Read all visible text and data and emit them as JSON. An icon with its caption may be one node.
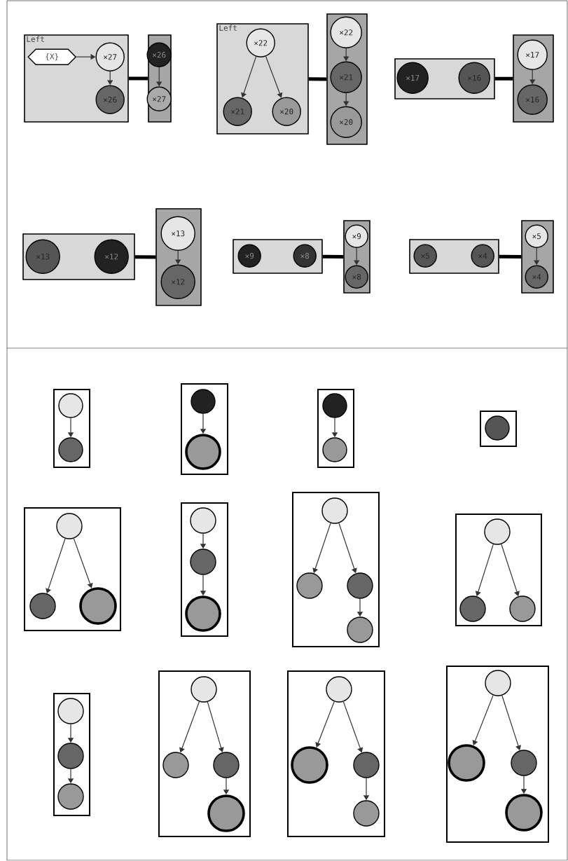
{
  "diagram": {
    "nodes": [
      {
        "text": [
          "Left"
        ]
      },
      {
        "text": [
          "{X}"
        ],
        "in": 0
      },
      {
        "text": [
          "×27"
        ],
        "in": 0
      },
      {
        "text": [
          "×26"
        ],
        "in": 0
      },
      {
        "text": [],
        "shape": "box"
      },
      {
        "text": [
          "×26"
        ],
        "in": 4
      },
      {
        "text": [
          "×27"
        ],
        "in": 4
      },
      {
        "text": [
          "Left"
        ]
      },
      {
        "text": [
          "×22"
        ],
        "in": 7
      },
      {
        "text": [
          "×21"
        ],
        "in": 7
      },
      {
        "text": [
          "×20"
        ],
        "in": 7
      },
      {
        "text": [],
        "shape": "box"
      },
      {
        "text": [
          "×22"
        ],
        "in": 11
      },
      {
        "text": [
          "×21"
        ],
        "in": 11
      },
      {
        "text": [
          "×20"
        ],
        "in": 11
      },
      {
        "text": [],
        "shape": "box"
      },
      {
        "text": [
          "×17"
        ],
        "in": 15
      },
      {
        "text": [
          "×16"
        ],
        "in": 15
      },
      {
        "text": [],
        "shape": "box"
      },
      {
        "text": [
          "×17"
        ],
        "in": 18
      },
      {
        "text": [
          "×16"
        ],
        "in": 18
      },
      {
        "text": [],
        "shape": "box"
      },
      {
        "text": [
          "×13"
        ],
        "in": 21
      },
      {
        "text": [
          "×12"
        ],
        "in": 21
      },
      {
        "text": [],
        "shape": "box"
      },
      {
        "text": [
          "×13"
        ],
        "in": 24
      },
      {
        "text": [
          "×12"
        ],
        "in": 24
      },
      {
        "text": [],
        "shape": "box"
      },
      {
        "text": [
          "×9"
        ],
        "in": 27
      },
      {
        "text": [
          "×8"
        ],
        "in": 27
      },
      {
        "text": [],
        "shape": "box"
      },
      {
        "text": [
          "×9"
        ],
        "in": 30
      },
      {
        "text": [
          "×8"
        ],
        "in": 30
      },
      {
        "text": [],
        "shape": "box"
      },
      {
        "text": [
          "×5"
        ],
        "in": 33
      },
      {
        "text": [
          "×4"
        ],
        "in": 33
      },
      {
        "text": [],
        "shape": "box"
      },
      {
        "text": [
          "×5"
        ],
        "in": 36
      },
      {
        "text": [
          "×4"
        ],
        "in": 36
      },
      {
        "text": [],
        "shape": "box"
      },
      {
        "text": [],
        "shape": "circle",
        "in": 39
      },
      {
        "text": [],
        "shape": "circle",
        "in": 39
      },
      {
        "text": [],
        "shape": "box"
      },
      {
        "text": [],
        "shape": "circle",
        "in": 42
      },
      {
        "text": [],
        "shape": "circle",
        "in": 42
      },
      {
        "text": [],
        "shape": "box"
      },
      {
        "text": [],
        "shape": "circle",
        "in": 45
      },
      {
        "text": [],
        "shape": "circle",
        "in": 45
      },
      {
        "text": [],
        "shape": "box"
      },
      {
        "text": [],
        "shape": "circle",
        "in": 48
      },
      {
        "text": [],
        "shape": "box"
      },
      {
        "text": [],
        "shape": "circle",
        "in": 50
      },
      {
        "text": [],
        "shape": "circle",
        "in": 50
      },
      {
        "text": [],
        "shape": "circle",
        "in": 50
      },
      {
        "text": [],
        "shape": "box"
      },
      {
        "text": [],
        "shape": "circle",
        "in": 54
      },
      {
        "text": [],
        "shape": "circle",
        "in": 54
      },
      {
        "text": [],
        "shape": "circle",
        "in": 54
      },
      {
        "text": [],
        "shape": "box"
      },
      {
        "text": [],
        "shape": "circle",
        "in": 58
      },
      {
        "text": [],
        "shape": "circle",
        "in": 58
      },
      {
        "text": [],
        "shape": "circle",
        "in": 58
      },
      {
        "text": [],
        "shape": "circle",
        "in": 58
      },
      {
        "text": [],
        "shape": "box"
      },
      {
        "text": [],
        "shape": "circle",
        "in": 63
      },
      {
        "text": [],
        "shape": "circle",
        "in": 63
      },
      {
        "text": [],
        "shape": "circle",
        "in": 63
      },
      {
        "text": [],
        "shape": "box"
      },
      {
        "text": [],
        "shape": "circle",
        "in": 67
      },
      {
        "text": [],
        "shape": "circle",
        "in": 67
      },
      {
        "text": [],
        "shape": "circle",
        "in": 67
      },
      {
        "text": [],
        "shape": "box"
      },
      {
        "text": [],
        "shape": "circle",
        "in": 71
      },
      {
        "text": [],
        "shape": "circle",
        "in": 71
      },
      {
        "text": [],
        "shape": "circle",
        "in": 71
      },
      {
        "text": [],
        "shape": "circle",
        "in": 71
      },
      {
        "text": [],
        "shape": "box"
      },
      {
        "text": [],
        "shape": "circle",
        "in": 76
      },
      {
        "text": [],
        "shape": "circle",
        "in": 76
      },
      {
        "text": [],
        "shape": "circle",
        "in": 76
      },
      {
        "text": [],
        "shape": "circle",
        "in": 76
      },
      {
        "text": [],
        "shape": "box"
      },
      {
        "text": [],
        "shape": "circle",
        "in": 81
      },
      {
        "text": [],
        "shape": "circle",
        "in": 81
      },
      {
        "text": [],
        "shape": "circle",
        "in": 81
      },
      {
        "text": [],
        "shape": "circle",
        "in": 81
      }
    ],
    "edges": [
      {
        "from": 1,
        "to": 2,
        "arrow": "to"
      },
      {
        "from": 2,
        "to": 3,
        "arrow": "to"
      },
      {
        "from": 5,
        "to": 6,
        "arrow": "to"
      },
      {
        "from": 0,
        "to": 4,
        "arrow": "none",
        "style": "thick",
        "color": "#000000"
      },
      {
        "from": 8,
        "to": 9,
        "arrow": "to"
      },
      {
        "from": 8,
        "to": 10,
        "arrow": "to"
      },
      {
        "from": 12,
        "to": 13,
        "arrow": "to"
      },
      {
        "from": 13,
        "to": 14,
        "arrow": "to"
      },
      {
        "from": 7,
        "to": 11,
        "arrow": "none",
        "style": "thick",
        "color": "#000000"
      },
      {
        "from": 19,
        "to": 20,
        "arrow": "to"
      },
      {
        "from": 15,
        "to": 18,
        "arrow": "none",
        "style": "thick",
        "color": "#000000"
      },
      {
        "from": 25,
        "to": 26,
        "arrow": "to"
      },
      {
        "from": 21,
        "to": 24,
        "arrow": "none",
        "style": "thick",
        "color": "#000000"
      },
      {
        "from": 31,
        "to": 32,
        "arrow": "to"
      },
      {
        "from": 27,
        "to": 30,
        "arrow": "none",
        "style": "thick",
        "color": "#000000"
      },
      {
        "from": 37,
        "to": 38,
        "arrow": "to"
      },
      {
        "from": 33,
        "to": 36,
        "arrow": "none",
        "style": "thick",
        "color": "#000000"
      },
      {
        "from": 40,
        "to": 41,
        "arrow": "to"
      },
      {
        "from": 43,
        "to": 44,
        "arrow": "to"
      },
      {
        "from": 46,
        "to": 47,
        "arrow": "to"
      },
      {
        "from": 51,
        "to": 52,
        "arrow": "to"
      },
      {
        "from": 51,
        "to": 53,
        "arrow": "to"
      },
      {
        "from": 55,
        "to": 56,
        "arrow": "to"
      },
      {
        "from": 56,
        "to": 57,
        "arrow": "to"
      },
      {
        "from": 59,
        "to": 60,
        "arrow": "to"
      },
      {
        "from": 59,
        "to": 61,
        "arrow": "to"
      },
      {
        "from": 61,
        "to": 62,
        "arrow": "to"
      },
      {
        "from": 64,
        "to": 65,
        "arrow": "to"
      },
      {
        "from": 64,
        "to": 66,
        "arrow": "to"
      },
      {
        "from": 68,
        "to": 69,
        "arrow": "to"
      },
      {
        "from": 69,
        "to": 70,
        "arrow": "to"
      },
      {
        "from": 72,
        "to": 73,
        "arrow": "to"
      },
      {
        "from": 72,
        "to": 74,
        "arrow": "to"
      },
      {
        "from": 74,
        "to": 75,
        "arrow": "to"
      },
      {
        "from": 77,
        "to": 78,
        "arrow": "to"
      },
      {
        "from": 77,
        "to": 79,
        "arrow": "to"
      },
      {
        "from": 79,
        "to": 80,
        "arrow": "to"
      },
      {
        "from": 82,
        "to": 83,
        "arrow": "to"
      },
      {
        "from": 82,
        "to": 84,
        "arrow": "to"
      },
      {
        "from": 84,
        "to": 85,
        "arrow": "to"
      }
    ]
  }
}
